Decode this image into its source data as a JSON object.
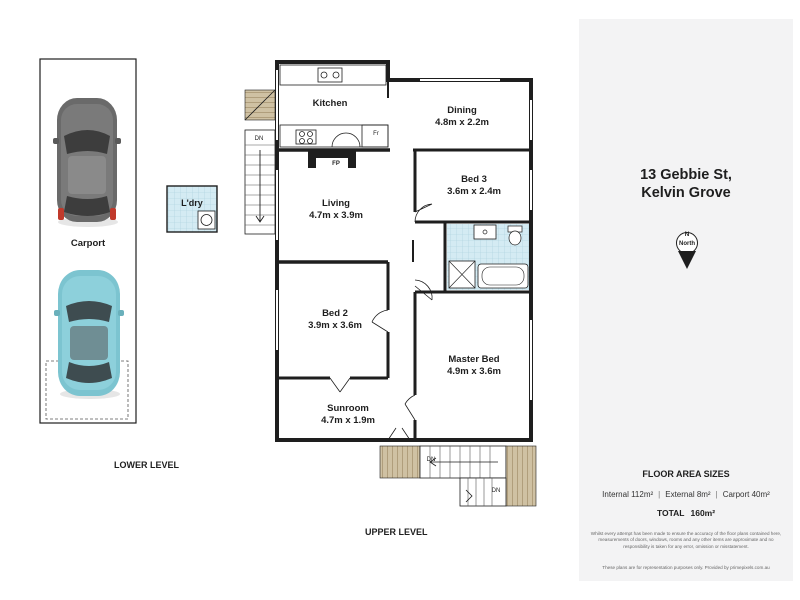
{
  "address": {
    "line1": "13 Gebbie St,",
    "line2": "Kelvin Grove"
  },
  "compass": {
    "letter": "N",
    "label": "North"
  },
  "floor_area": {
    "title": "FLOOR AREA SIZES",
    "internal": "Internal 112m²",
    "external": "External 8m²",
    "carport": "Carport 40m²",
    "total_label": "TOTAL",
    "total_value": "160m²"
  },
  "disclaimer": "Whilst every attempt has been made to ensure the accuracy of the floor plans contained here, measurements of doors, windows, rooms and any other items are approximate and no responsibility is taken for any error, omission or misstatement.",
  "disclaimer2": "These plans are for representation purposes only. Provided by primepixels.com.au",
  "levels": {
    "lower": "LOWER LEVEL",
    "upper": "UPPER LEVEL"
  },
  "rooms": {
    "carport": {
      "name": "Carport"
    },
    "laundry": {
      "name": "L'dry"
    },
    "kitchen": {
      "name": "Kitchen"
    },
    "dining": {
      "name": "Dining",
      "size": "4.8m x 2.2m"
    },
    "living": {
      "name": "Living",
      "size": "4.7m x 3.9m"
    },
    "bed3": {
      "name": "Bed 3",
      "size": "3.6m x 2.4m"
    },
    "bed2": {
      "name": "Bed 2",
      "size": "3.9m x 3.6m"
    },
    "master": {
      "name": "Master Bed",
      "size": "4.9m x 3.6m"
    },
    "sunroom": {
      "name": "Sunroom",
      "size": "4.7m x 1.9m"
    }
  },
  "annotations": {
    "fireplace": "FP",
    "dn": "DN",
    "fridge": "Fr"
  },
  "colors": {
    "wall": "#1e1e1e",
    "tile": "#cfe7f1",
    "deck": "#c9b99a",
    "panel": "#f3f3f4",
    "car_grey": "#6a6a6a",
    "car_teal": "#7cc4d0"
  }
}
